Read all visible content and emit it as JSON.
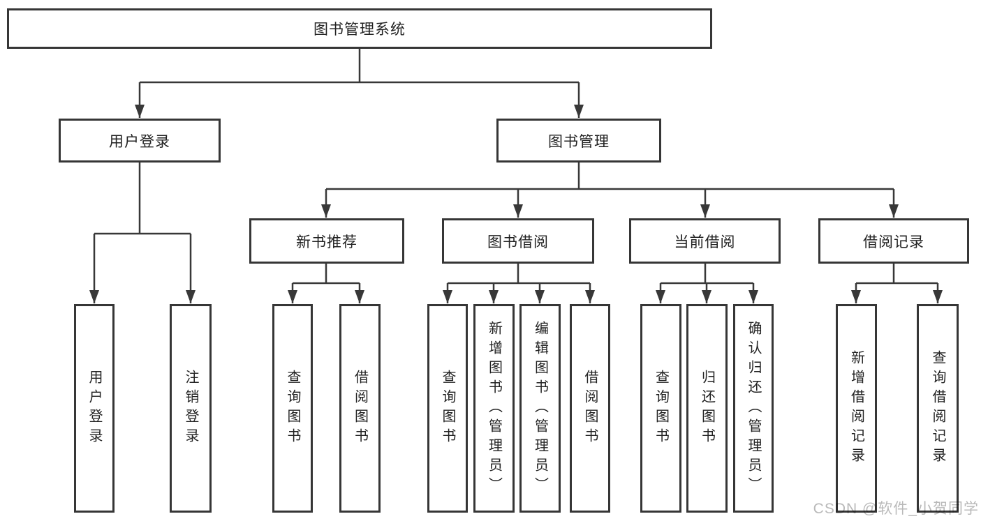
{
  "tree": {
    "label": "图书管理系统",
    "children": [
      {
        "label": "用户登录",
        "children": [
          {
            "label": "用户登录"
          },
          {
            "label": "注销登录"
          }
        ]
      },
      {
        "label": "图书管理",
        "children": [
          {
            "label": "新书推荐",
            "children": [
              {
                "label": "查询图书"
              },
              {
                "label": "借阅图书"
              }
            ]
          },
          {
            "label": "图书借阅",
            "children": [
              {
                "label": "查询图书"
              },
              {
                "label": "新增图书（管理员）"
              },
              {
                "label": "编辑图书（管理员）"
              },
              {
                "label": "借阅图书"
              }
            ]
          },
          {
            "label": "当前借阅",
            "children": [
              {
                "label": "查询图书"
              },
              {
                "label": "归还图书"
              },
              {
                "label": "确认归还（管理员）"
              }
            ]
          },
          {
            "label": "借阅记录",
            "children": [
              {
                "label": "新增借阅记录"
              },
              {
                "label": "查询借阅记录"
              }
            ]
          }
        ]
      }
    ]
  },
  "watermark": "CSDN @软件_小贺同学",
  "colors": {
    "line": "#383838",
    "box_border": "#363636",
    "text": "#222222",
    "background": "#ffffff",
    "watermark": "#b9b9b9"
  }
}
